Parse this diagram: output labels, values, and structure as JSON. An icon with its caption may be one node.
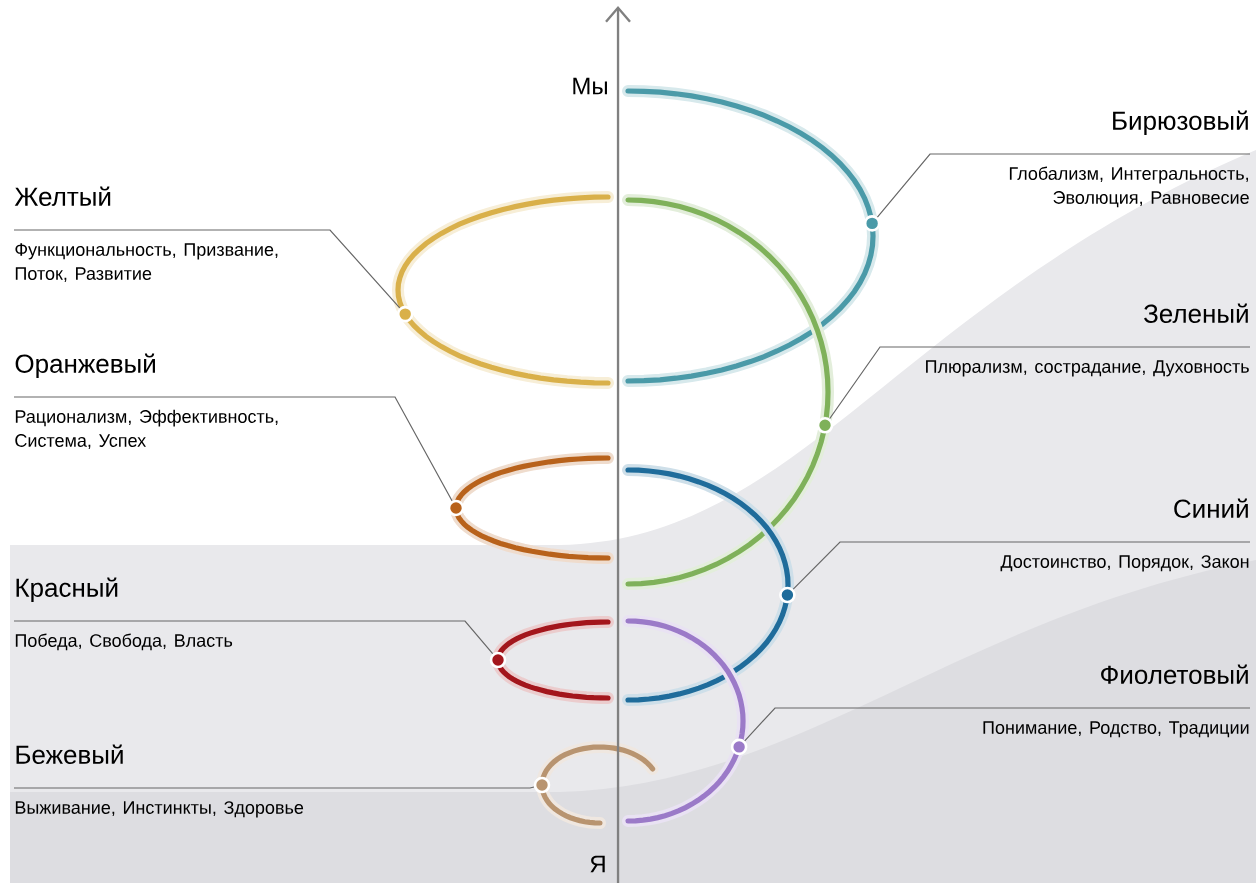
{
  "diagram": {
    "nodes": [
      {
        "text": [
          "Бирюзовый",
          "Глобализм, Интегральность, Эволюция, Равновесие"
        ]
      },
      {
        "text": [
          "Желтый",
          "Функциональность, Призвание, Поток, Развитие"
        ]
      },
      {
        "text": [
          "Зеленый",
          "Плюрализм, сострадание, Духовность"
        ]
      },
      {
        "text": [
          "Оранжевый",
          "Рационализм, Эффективность, Система, Успех"
        ]
      },
      {
        "text": [
          "Синий",
          "Достоинство, Порядок, Закон"
        ]
      },
      {
        "text": [
          "Красный",
          "Победа, Свобода, Власть"
        ]
      },
      {
        "text": [
          "Фиолетовый",
          "Понимание, Родство, Традиции"
        ]
      },
      {
        "text": [
          "Бежевый",
          "Выживание, Инстинкты, Здоровье"
        ]
      },
      {
        "text": [],
        "shape": "circle"
      },
      {
        "text": [],
        "shape": "circle"
      },
      {
        "text": [],
        "shape": "circle"
      },
      {
        "text": [],
        "shape": "circle"
      },
      {
        "text": [],
        "shape": "circle"
      },
      {
        "text": [],
        "shape": "circle"
      },
      {
        "text": [],
        "shape": "circle"
      },
      {
        "text": [],
        "shape": "circle"
      }
    ],
    "edges": [
      {
        "from": 0,
        "to": 8,
        "arrow": "none"
      },
      {
        "from": 1,
        "to": 9,
        "arrow": "none"
      },
      {
        "from": 2,
        "to": 10,
        "arrow": "none"
      },
      {
        "from": 3,
        "to": 11,
        "arrow": "none"
      },
      {
        "from": 4,
        "to": 12,
        "arrow": "none"
      },
      {
        "from": 5,
        "to": 13,
        "arrow": "none"
      },
      {
        "from": 6,
        "to": 14,
        "arrow": "none"
      },
      {
        "from": 7,
        "to": 15,
        "arrow": "none"
      }
    ],
    "labels": [
      "Мы",
      "Я"
    ]
  }
}
